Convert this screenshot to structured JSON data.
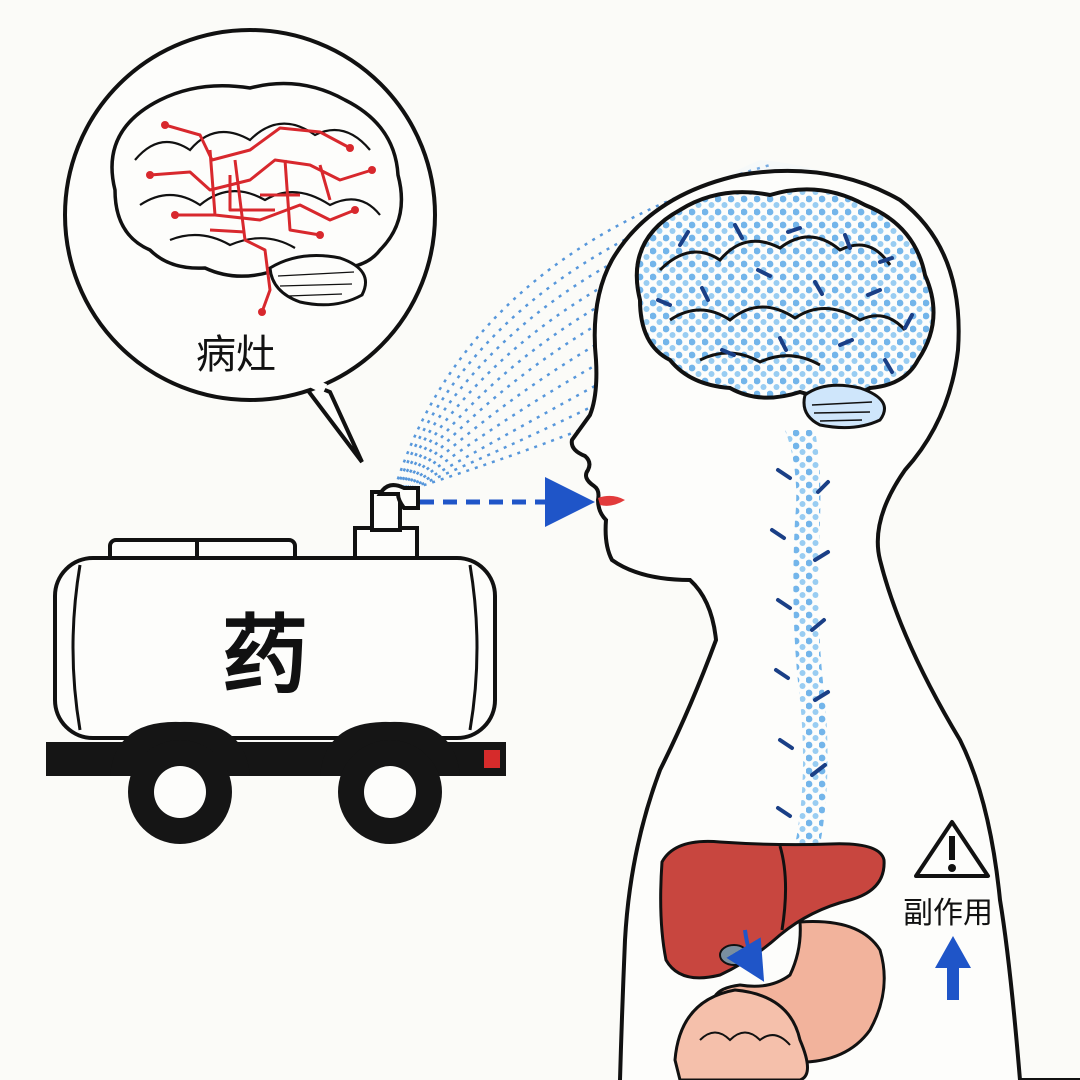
{
  "labels": {
    "lesion": "病灶",
    "tank": "药",
    "side_effect": "副作用"
  },
  "colors": {
    "outline": "#111111",
    "lesion_network": "#d8282d",
    "drug_particles": "#5aa8e8",
    "drug_dark": "#1a3f86",
    "flow_arrow": "#1f55c8",
    "liver": "#c8463f",
    "stomach": "#f2b39c",
    "background": "#fbfbf8"
  },
  "icons": [
    "warning-triangle-icon",
    "up-arrow-icon",
    "pipe-nozzle-icon",
    "red-taillight-icon"
  ]
}
